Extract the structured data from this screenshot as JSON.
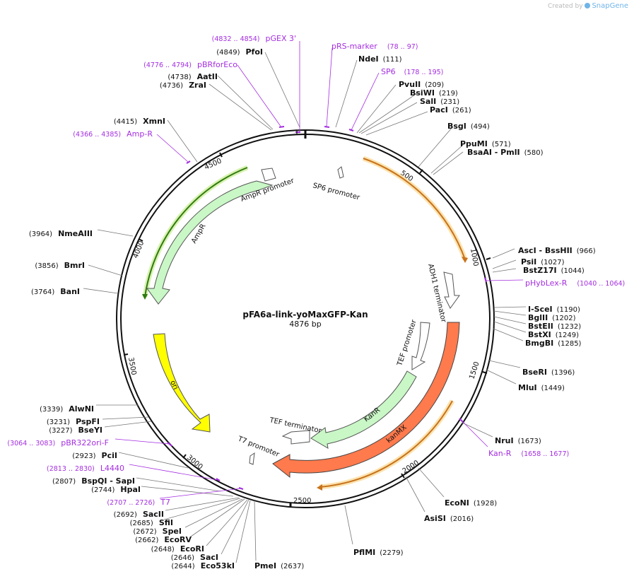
{
  "credit": {
    "prefix": "Created by",
    "brand": "SnapGene"
  },
  "plasmid": {
    "name": "pFA6a-link-yoMaxGFP-Kan",
    "size_label": "4876 bp",
    "total_bp": 4876
  },
  "colors": {
    "primer": "#a42ee0",
    "ampR": "#c9f7c6",
    "ori": "#ffff00",
    "kanR": "#c9f7c6",
    "kanMX": "#ff7a4d",
    "primer_arc_gfp": "#f4a12a",
    "sites": "#111111"
  },
  "ticks": [
    "500",
    "1000",
    "1500",
    "2000",
    "2500",
    "3000",
    "3500",
    "4000",
    "4500"
  ],
  "features": {
    "sp6_promoter": "SP6 promoter",
    "ampR_promoter": "AmpR promoter",
    "ampR": "AmpR",
    "ori": "ori",
    "adh1_terminator": "ADH1 terminator",
    "tef_promoter": "TEF promoter",
    "kanR": "KanR",
    "kanMX": "kanMX",
    "tef_terminator": "TEF terminator",
    "t7_promoter": "T7 promoter"
  },
  "right_sites": [
    {
      "name": "NdeI",
      "pos": "(111)"
    },
    {
      "name": "PvuII",
      "pos": "(209)"
    },
    {
      "name": "BsiWI",
      "pos": "(219)"
    },
    {
      "name": "SalI",
      "pos": "(231)"
    },
    {
      "name": "PacI",
      "pos": "(261)"
    },
    {
      "name": "BsgI",
      "pos": "(494)"
    },
    {
      "name": "PpuMI",
      "pos": "(571)"
    },
    {
      "name": "BsaAI - PmlI",
      "pos": "(580)"
    },
    {
      "name": "AscI - BssHII",
      "pos": "(966)"
    },
    {
      "name": "PsiI",
      "pos": "(1027)"
    },
    {
      "name": "BstZ17I",
      "pos": "(1044)"
    },
    {
      "name": "I-SceI",
      "pos": "(1190)"
    },
    {
      "name": "BglII",
      "pos": "(1202)"
    },
    {
      "name": "BstEII",
      "pos": "(1232)"
    },
    {
      "name": "BstXI",
      "pos": "(1249)"
    },
    {
      "name": "BmgBI",
      "pos": "(1285)"
    },
    {
      "name": "BseRI",
      "pos": "(1396)"
    },
    {
      "name": "MluI",
      "pos": "(1449)"
    },
    {
      "name": "NruI",
      "pos": "(1673)"
    },
    {
      "name": "EcoNI",
      "pos": "(1928)"
    },
    {
      "name": "AsiSI",
      "pos": "(2016)"
    },
    {
      "name": "PflMI",
      "pos": "(2279)"
    },
    {
      "name": "PmeI",
      "pos": "(2637)"
    }
  ],
  "left_sites": [
    {
      "name": "PfoI",
      "pos": "(4849)"
    },
    {
      "name": "AatII",
      "pos": "(4738)"
    },
    {
      "name": "ZraI",
      "pos": "(4736)"
    },
    {
      "name": "XmnI",
      "pos": "(4415)"
    },
    {
      "name": "NmeAIII",
      "pos": "(3964)"
    },
    {
      "name": "BmrI",
      "pos": "(3856)"
    },
    {
      "name": "BanI",
      "pos": "(3764)"
    },
    {
      "name": "AlwNI",
      "pos": "(3339)"
    },
    {
      "name": "PspFI",
      "pos": "(3231)"
    },
    {
      "name": "BseYI",
      "pos": "(3227)"
    },
    {
      "name": "PciI",
      "pos": "(2923)"
    },
    {
      "name": "BspQI - SapI",
      "pos": "(2807)"
    },
    {
      "name": "HpaI",
      "pos": "(2744)"
    },
    {
      "name": "SacII",
      "pos": "(2692)"
    },
    {
      "name": "SfiI",
      "pos": "(2685)"
    },
    {
      "name": "SpeI",
      "pos": "(2672)"
    },
    {
      "name": "EcoRV",
      "pos": "(2662)"
    },
    {
      "name": "EcoRI",
      "pos": "(2648)"
    },
    {
      "name": "SacI",
      "pos": "(2646)"
    },
    {
      "name": "Eco53kI",
      "pos": "(2644)"
    }
  ],
  "primers": [
    {
      "name": "pGEX 3'",
      "pos": "(4832 .. 4854)"
    },
    {
      "name": "pRS-marker",
      "pos": "(78 .. 97)"
    },
    {
      "name": "pBRforEco",
      "pos": "(4776 .. 4794)"
    },
    {
      "name": "SP6",
      "pos": "(178 .. 195)"
    },
    {
      "name": "Amp-R",
      "pos": "(4366 .. 4385)"
    },
    {
      "name": "pHybLex-R",
      "pos": "(1040 .. 1064)"
    },
    {
      "name": "Kan-R",
      "pos": "(1658 .. 1677)"
    },
    {
      "name": "pBR322ori-F",
      "pos": "(3064 .. 3083)"
    },
    {
      "name": "L4440",
      "pos": "(2813 .. 2830)"
    },
    {
      "name": "T7",
      "pos": "(2707 .. 2726)"
    }
  ]
}
